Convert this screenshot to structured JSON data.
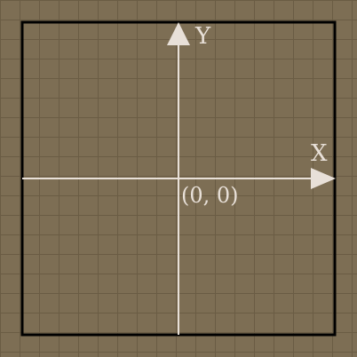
{
  "colors": {
    "background": "#7d6e54",
    "grid_line": "#6a5c44",
    "frame": "#000000",
    "axis": "#e8e0d8",
    "label": "#e8e0d8"
  },
  "axes": {
    "x_label": "X",
    "y_label": "Y",
    "origin_label": "(0, 0)"
  }
}
